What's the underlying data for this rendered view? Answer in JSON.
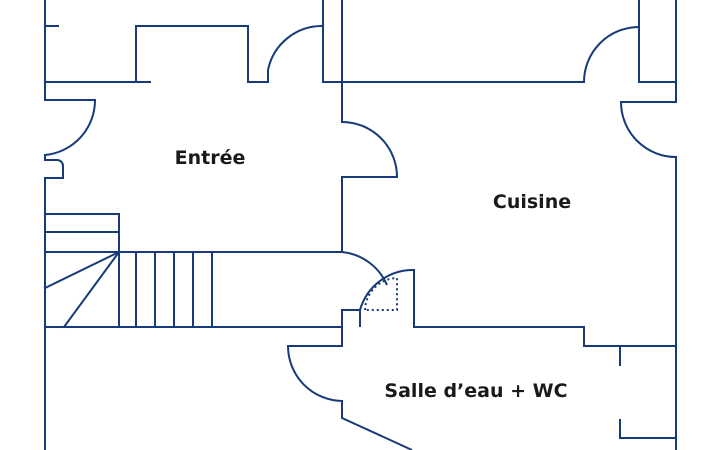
{
  "rooms": {
    "entree": "Entrée",
    "cuisine": "Cuisine",
    "salle_eau": "Salle d’eau + WC"
  },
  "colors": {
    "wall": "#163a7a",
    "label": "#1a1a1a",
    "background": "#ffffff"
  }
}
